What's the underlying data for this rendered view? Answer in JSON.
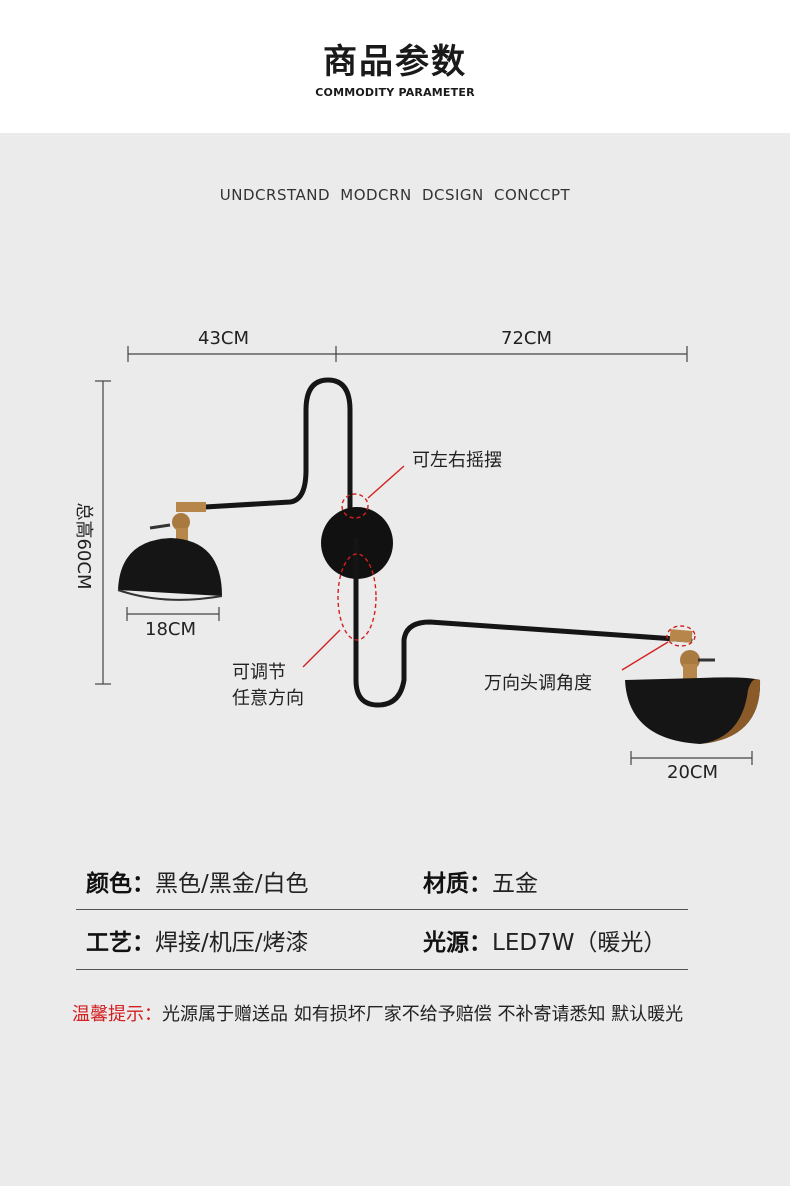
{
  "header": {
    "title": "商品参数",
    "subtitle": "COMMODITY PARAMETER"
  },
  "concept": "UNDCRSTAND  MODCRN DCSIGN  CONCCPT",
  "dimensions": {
    "width_left": "43CM",
    "width_right": "72CM",
    "total_height": "总高60CM",
    "shade_small": "18CM",
    "shade_large": "20CM"
  },
  "annotations": {
    "swing": "可左右摇摆",
    "adjustable_line1": "可调节",
    "adjustable_line2": "任意方向",
    "joint_angle": "万向头调角度"
  },
  "specs": [
    {
      "label": "颜色：",
      "value": "黑色/黑金/白色"
    },
    {
      "label": "材质：",
      "value": "五金"
    },
    {
      "label": "工艺：",
      "value": "焊接/机压/烤漆"
    },
    {
      "label": "光源：",
      "value": "LED7W（暖光）"
    }
  ],
  "notice": {
    "label": "温馨提示：",
    "text": "光源属于赠送品 如有损坏厂家不给予赔偿 不补寄请悉知 默认暖光"
  },
  "colors": {
    "background": "#ebebeb",
    "header_bg": "#ffffff",
    "metal_black": "#151515",
    "brass": "#b7864a",
    "annotation_red": "#d42020"
  }
}
